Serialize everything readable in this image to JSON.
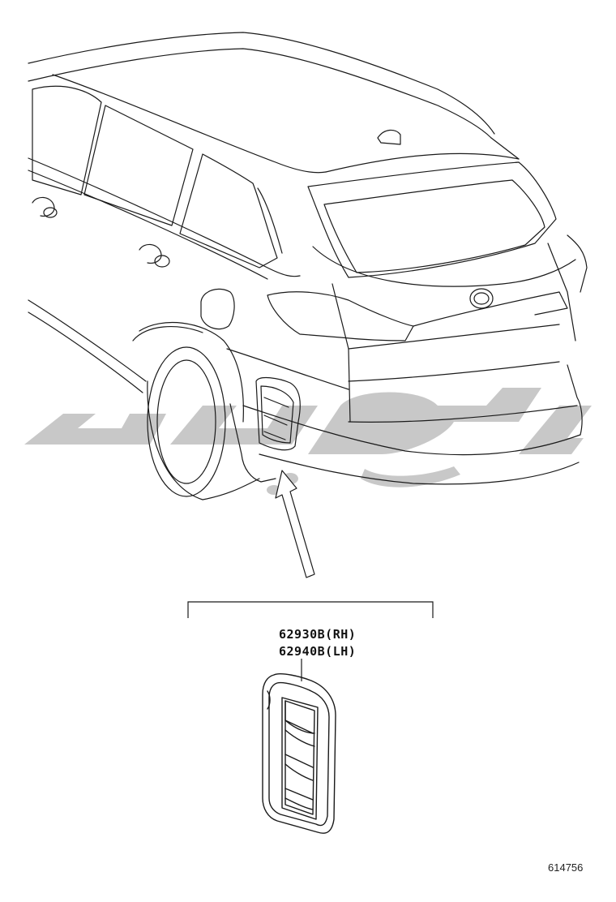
{
  "parts": [
    {
      "number": "62930B",
      "side": "(RH)",
      "text": "62930B(RH)"
    },
    {
      "number": "62940B",
      "side": "(LH)",
      "text": "62940B(LH)"
    }
  ],
  "figure_id": "614756",
  "watermark": {
    "color": "#c8c8c8"
  },
  "line_color": "#1a1a1a"
}
